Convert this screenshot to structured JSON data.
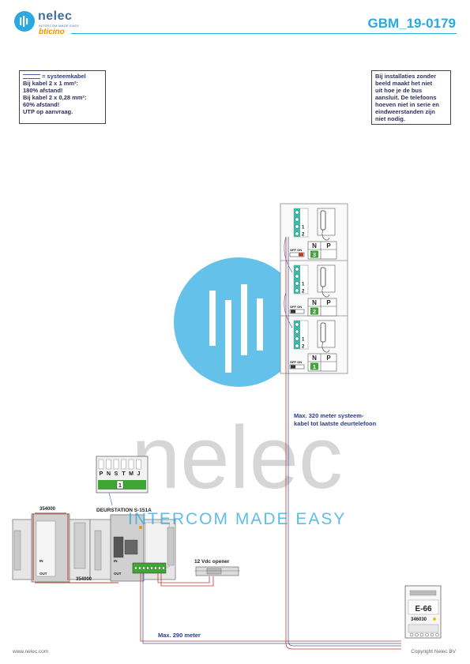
{
  "header": {
    "logo_name": "nelec",
    "logo_tagline": "INTERCOM MADE EASY",
    "logo_brand": "bticino",
    "document_number": "GBM_19-0179"
  },
  "notes": {
    "cable_title": "= systeemkabel",
    "cable_lines": [
      "Bij kabel 2 x 1 mm²:",
      "180% afstand!",
      "Bij kabel 2 x 0,28 mm²:",
      "60% afstand!",
      "UTP op aanvraag."
    ],
    "install_lines": [
      "Bij installaties zonder",
      "beeld maakt het niet",
      "uit hoe je de bus",
      "aansluit. De telefoons",
      "hoeven niet in serie en",
      "eindweerstanden zijn",
      "niet nodig."
    ]
  },
  "watermark": {
    "wordmark": "nelec",
    "tagline": "INTERCOM MADE EASY"
  },
  "phones": [
    {
      "terminals": [
        "",
        "",
        "1",
        "2"
      ],
      "switch_label": "OFF ON",
      "n_label": "N",
      "p_label": "P",
      "address": "3",
      "switch_on": true
    },
    {
      "terminals": [
        "",
        "",
        "1",
        "2"
      ],
      "switch_label": "OFF ON",
      "n_label": "N",
      "p_label": "P",
      "address": "2",
      "switch_on": false
    },
    {
      "terminals": [
        "",
        "",
        "1",
        "2"
      ],
      "switch_label": "OFF ON",
      "n_label": "N",
      "p_label": "P",
      "address": "1",
      "switch_on": false
    }
  ],
  "labels": {
    "max_system": [
      "Max. 320 meter systeem-",
      "kabel tot laatste deurtelefoon"
    ],
    "max_bottom": "Max. 290 meter",
    "door_station": "DEURSTATION S-151A",
    "opener": "12 Vdc opener",
    "part_top": "354000",
    "part_bottom": "354000",
    "connector_pins": [
      "P",
      "N",
      "S",
      "T",
      "M",
      "J"
    ],
    "connector_address": "1",
    "in_label": "IN",
    "out_label": "OUT"
  },
  "power_supply": {
    "model": "E-66",
    "code": "346030"
  },
  "footer": {
    "website": "www.nelec.com",
    "copyright": "Copyright Nelec BV"
  },
  "colors": {
    "accent_blue": "#29a9e0",
    "brand_orange": "#f39200",
    "label_blue": "#2a3a8c",
    "terminal_teal": "#3fb8a6",
    "address_green": "#3fa535",
    "wire_red": "#c0392b"
  }
}
